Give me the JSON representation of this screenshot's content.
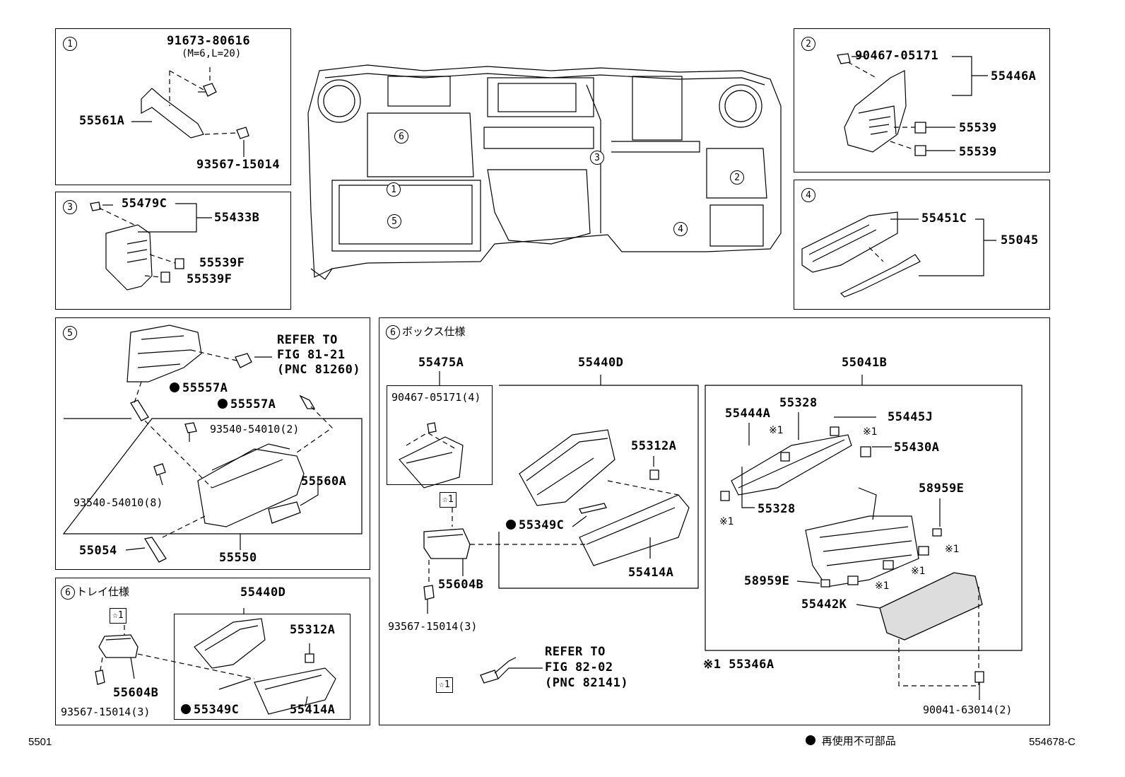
{
  "panels": {
    "p1": {
      "num": "1",
      "label_top": "91673-80616",
      "label_sub": "(M=6,L=20)",
      "part_a": "55561A",
      "part_b": "93567-15014"
    },
    "p2": {
      "num": "2",
      "part_clip": "90467-05171",
      "part_main": "55446A",
      "part_c1": "55539",
      "part_c2": "55539"
    },
    "p3": {
      "num": "3",
      "part_a": "55479C",
      "part_b": "55433B",
      "part_c1": "55539F",
      "part_c2": "55539F"
    },
    "p4": {
      "num": "4",
      "part_a": "55451C",
      "part_b": "55045"
    },
    "p5": {
      "num": "5",
      "refer1": "REFER TO",
      "refer2": "FIG 81-21",
      "refer3": "(PNC 81260)",
      "part_557a1": "55557A",
      "part_557a2": "55557A",
      "part_bolt1": "93540-54010(2)",
      "part_bolt2": "93540-54010(8)",
      "part_560a": "55560A",
      "part_054": "55054",
      "part_550": "55550"
    },
    "p6tray": {
      "num": "6",
      "title": "トレイ仕様",
      "star": "☆1",
      "part_440d": "55440D",
      "part_312a": "55312A",
      "part_604b": "55604B",
      "part_screw": "93567-15014(3)",
      "part_349c": "55349C",
      "part_414a": "55414A"
    },
    "p6box": {
      "num": "6",
      "title": "ボックス仕様",
      "part_475a": "55475A",
      "part_440d": "55440D",
      "part_041b": "55041B",
      "part_clip": "90467-05171(4)",
      "star": "☆1",
      "part_312a": "55312A",
      "part_349c": "55349C",
      "part_414a": "55414A",
      "part_604b": "55604B",
      "part_screw": "93567-15014(3)",
      "refer1": "REFER TO",
      "refer2": "FIG 82-02",
      "refer3": "(PNC 82141)",
      "star2": "☆1",
      "part_444a": "55444A",
      "part_328a": "55328",
      "part_328b": "55328",
      "part_445j": "55445J",
      "part_430a": "55430A",
      "mark1": "※1",
      "mark2": "※1",
      "mark3": "※1",
      "mark4": "※1",
      "mark5": "※1",
      "mark6": "※1",
      "part_959e1": "58959E",
      "part_959e2": "58959E",
      "part_442k": "55442K",
      "note_346a": "※1 55346A",
      "part_bolt": "90041-63014(2)"
    }
  },
  "main": {
    "n1": "1",
    "n2": "2",
    "n3": "3",
    "n4": "4",
    "n5": "5",
    "n6": "6"
  },
  "footer": {
    "left": "5501",
    "legend": "再使用不可部品",
    "right": "554678-C"
  }
}
